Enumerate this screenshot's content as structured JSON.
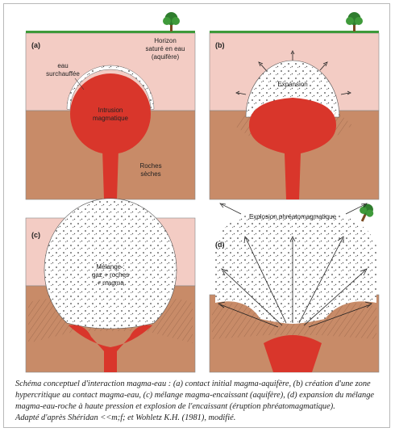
{
  "panels": {
    "a": {
      "label": "(a)",
      "aquifer_label_1": "Horizon",
      "aquifer_label_2": "saturé en eau",
      "aquifer_label_3": "(aquifère)",
      "water_label_1": "eau",
      "water_label_2": "surchauffée",
      "intrusion_label_1": "Intrusion",
      "intrusion_label_2": "magmatique",
      "rock_label_1": "Roches",
      "rock_label_2": "sèches"
    },
    "b": {
      "label": "(b)",
      "expansion_label": "Expansion"
    },
    "c": {
      "label": "(c)",
      "mix_label_1": "Mélange :",
      "mix_label_2": "gaz + roches",
      "mix_label_3": "+ magma"
    },
    "d": {
      "label": "(d)",
      "explosion_label": "Explosion phréatomagmatique"
    }
  },
  "caption": {
    "line1": "Schéma conceptuel d'interaction magma-eau : (a) contact initial magma-aquifère, (b) création d'une zone",
    "line2": "hypercritique au contact magma-eau, (c) mélange magma-encaissant (aquifère), (d) expansion du mélange",
    "line3": "magma-eau-roche à haute pression et explosion de l'encaissant (éruption phréatomagmatique).",
    "line4": "Adapté d'après Shéridan <<m;f; et Wohletz K.H. (1981), modifié."
  },
  "colors": {
    "aquifer": "#f3ccc4",
    "rock": "#c88b68",
    "magma": "#d9362b",
    "grass": "#3e9a3a",
    "tree": "#2f7d2e",
    "trunk": "#7a4a22"
  }
}
